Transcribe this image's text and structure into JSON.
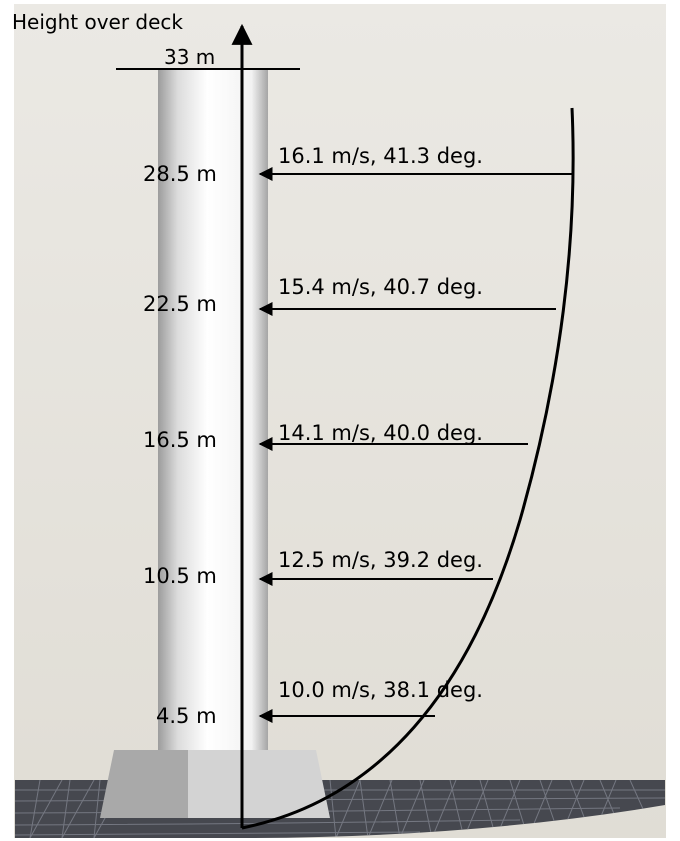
{
  "axis": {
    "title": "Height over deck",
    "top_label": "33 m"
  },
  "levels": [
    {
      "height_label": "28.5 m",
      "wind_label": "16.1 m/s, 41.3 deg."
    },
    {
      "height_label": "22.5 m",
      "wind_label": "15.4 m/s, 40.7 deg."
    },
    {
      "height_label": "16.5 m",
      "wind_label": "14.1 m/s, 40.0 deg."
    },
    {
      "height_label": "10.5 m",
      "wind_label": "12.5 m/s, 39.2 deg."
    },
    {
      "height_label": "4.5 m",
      "wind_label": "10.0 m/s, 38.1 deg."
    }
  ],
  "colors": {
    "background": "#e6e3dc",
    "deck": "#46484f",
    "deck_mesh": "#6c6f78",
    "mast_shade": "#b3b3b3",
    "base_dark": "#a9a9a9",
    "base_light": "#d3d3d3",
    "ink": "#000000"
  }
}
